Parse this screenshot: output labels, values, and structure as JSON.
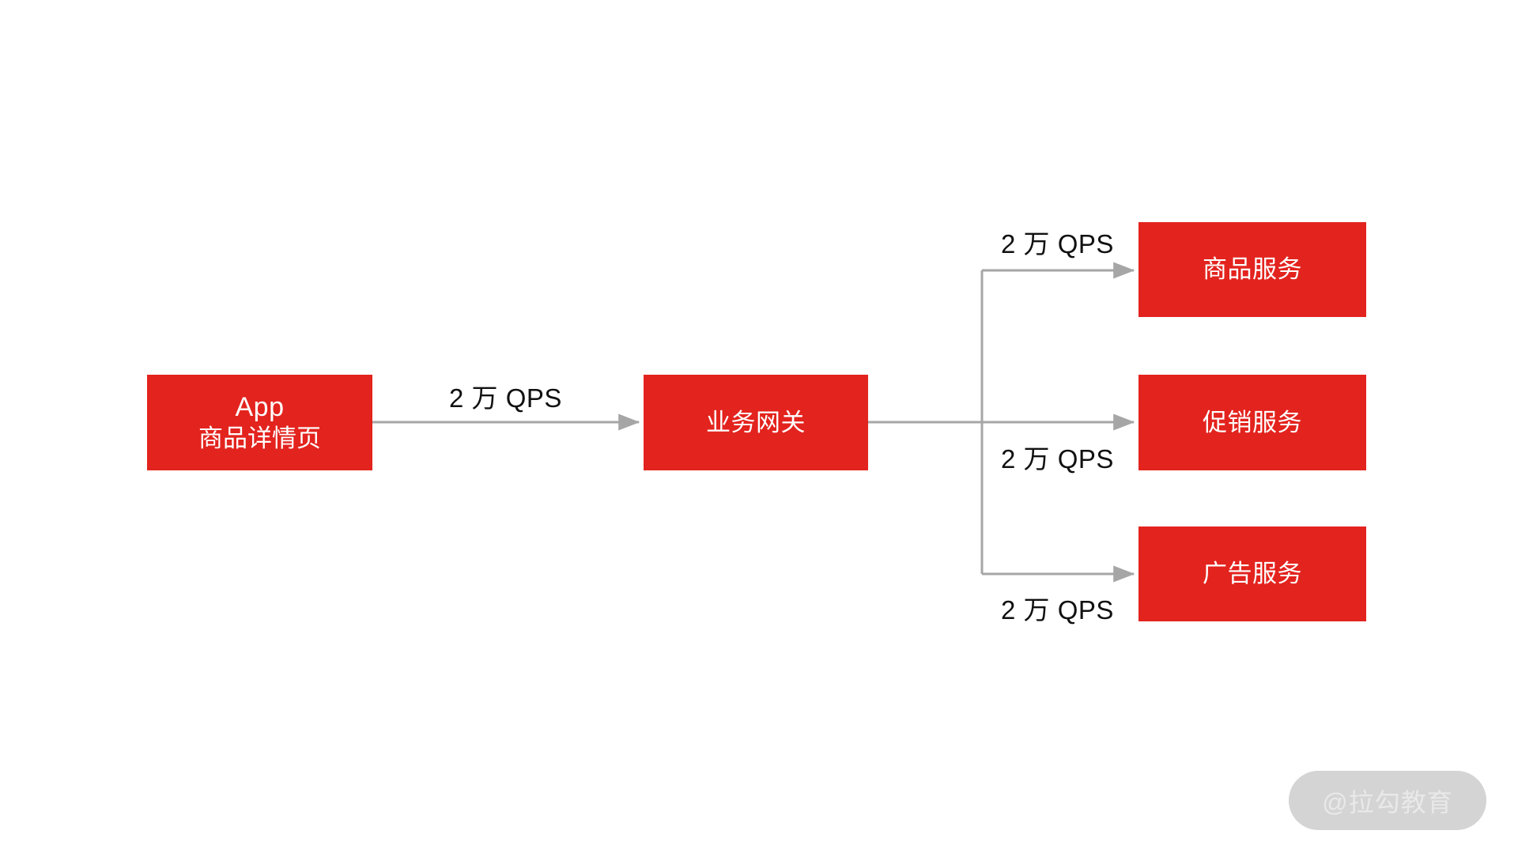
{
  "diagram": {
    "type": "flow-diagram",
    "title": "",
    "background_color": "#FFFFFF",
    "node_color": "#E3231E",
    "node_text_color": "#FFFFFF",
    "edge_color": "#A6A6A6",
    "label_color": "#111111",
    "nodes": [
      {
        "id": "app",
        "label_main": "App",
        "label_sub": "商品详情页"
      },
      {
        "id": "gateway",
        "label_main": "业务网关"
      },
      {
        "id": "product-service",
        "label_main": "商品服务"
      },
      {
        "id": "promotion-service",
        "label_main": "促销服务"
      },
      {
        "id": "ad-service",
        "label_main": "广告服务"
      }
    ],
    "edges": [
      {
        "id": "app-to-gateway",
        "from": "app",
        "to": "gateway",
        "label": "2 万 QPS"
      },
      {
        "id": "gateway-to-product",
        "from": "gateway",
        "to": "product-service",
        "label": "2 万 QPS"
      },
      {
        "id": "gateway-to-promotion",
        "from": "gateway",
        "to": "promotion-service",
        "label": "2 万 QPS"
      },
      {
        "id": "gateway-to-ad",
        "from": "gateway",
        "to": "ad-service",
        "label": "2 万 QPS"
      }
    ]
  },
  "watermark": {
    "text": "@拉勾教育",
    "pill_color": "#D4D4D4",
    "text_color": "#E9E9E9"
  }
}
